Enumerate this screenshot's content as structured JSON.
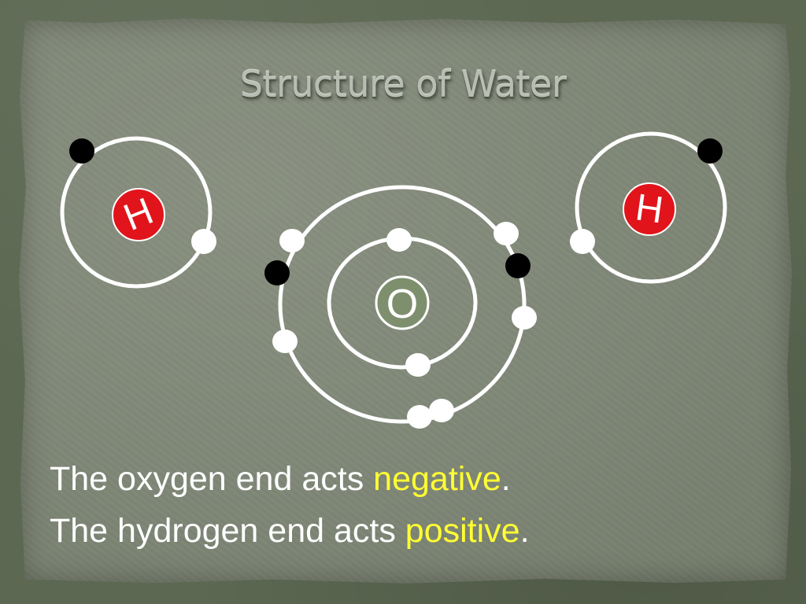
{
  "slide": {
    "title": "Structure of Water",
    "caption_line1": {
      "before": "The oxygen end acts ",
      "highlight": "negative",
      "after": "."
    },
    "caption_line2": {
      "before": "The hydrogen end acts ",
      "highlight": "positive",
      "after": "."
    }
  },
  "atoms": {
    "hydrogen_left": {
      "symbol": "H"
    },
    "oxygen": {
      "symbol": "O"
    },
    "hydrogen_right": {
      "symbol": "H"
    }
  },
  "colors": {
    "highlight": "#ffff33",
    "hydrogen_nucleus": "#e0141a",
    "oxygen_nucleus": "#7e8f6e",
    "electron_own": "#ffffff",
    "electron_shared": "#000000",
    "orbit": "#ffffff"
  }
}
